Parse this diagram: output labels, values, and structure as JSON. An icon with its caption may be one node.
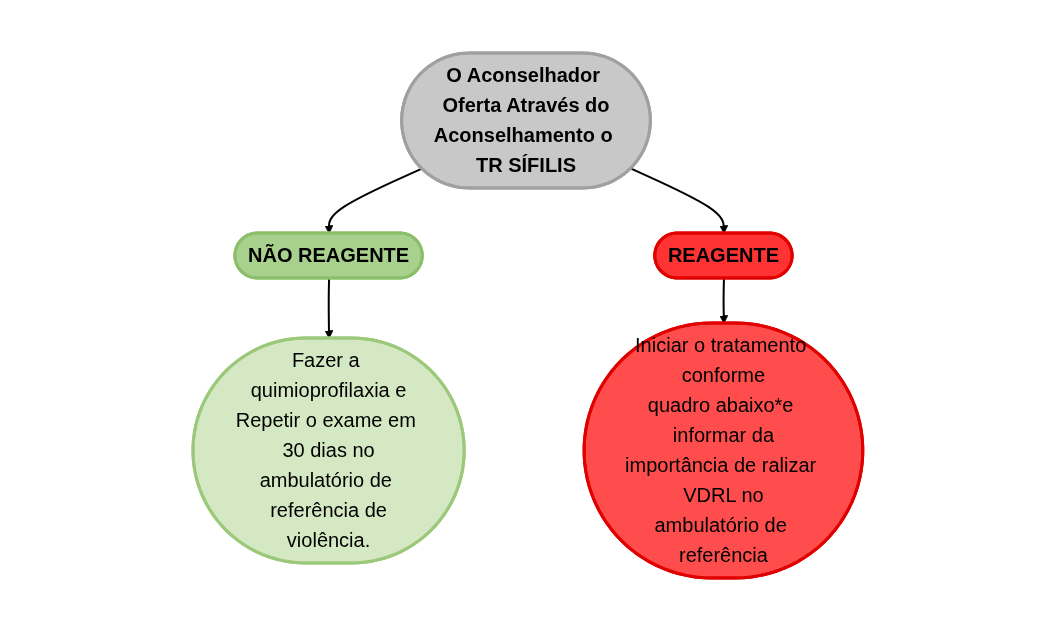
{
  "diagram": {
    "nodes": [
      {
        "text": [
          "O Aconselhador Oferta Através do Aconselhamento o TR SÍFILIS"
        ]
      },
      {
        "text": [
          "NÃO REAGENTE"
        ]
      },
      {
        "text": [
          "REAGENTE"
        ]
      },
      {
        "text": [
          "Fazer a quimioprofilaxia e Repetir o exame em 30 dias no ambulatório de referência de violência."
        ]
      },
      {
        "text": [
          "Iniciar o tratamento conforme quadro abaixo*e informar da importância de ralizar VDRL no ambulatório de referência"
        ]
      }
    ],
    "edges": [
      {
        "from": 0,
        "to": 1,
        "arrow": "to"
      },
      {
        "from": 0,
        "to": 2,
        "arrow": "to"
      },
      {
        "from": 1,
        "to": 3,
        "arrow": "to"
      },
      {
        "from": 2,
        "to": 4,
        "arrow": "to"
      }
    ]
  }
}
